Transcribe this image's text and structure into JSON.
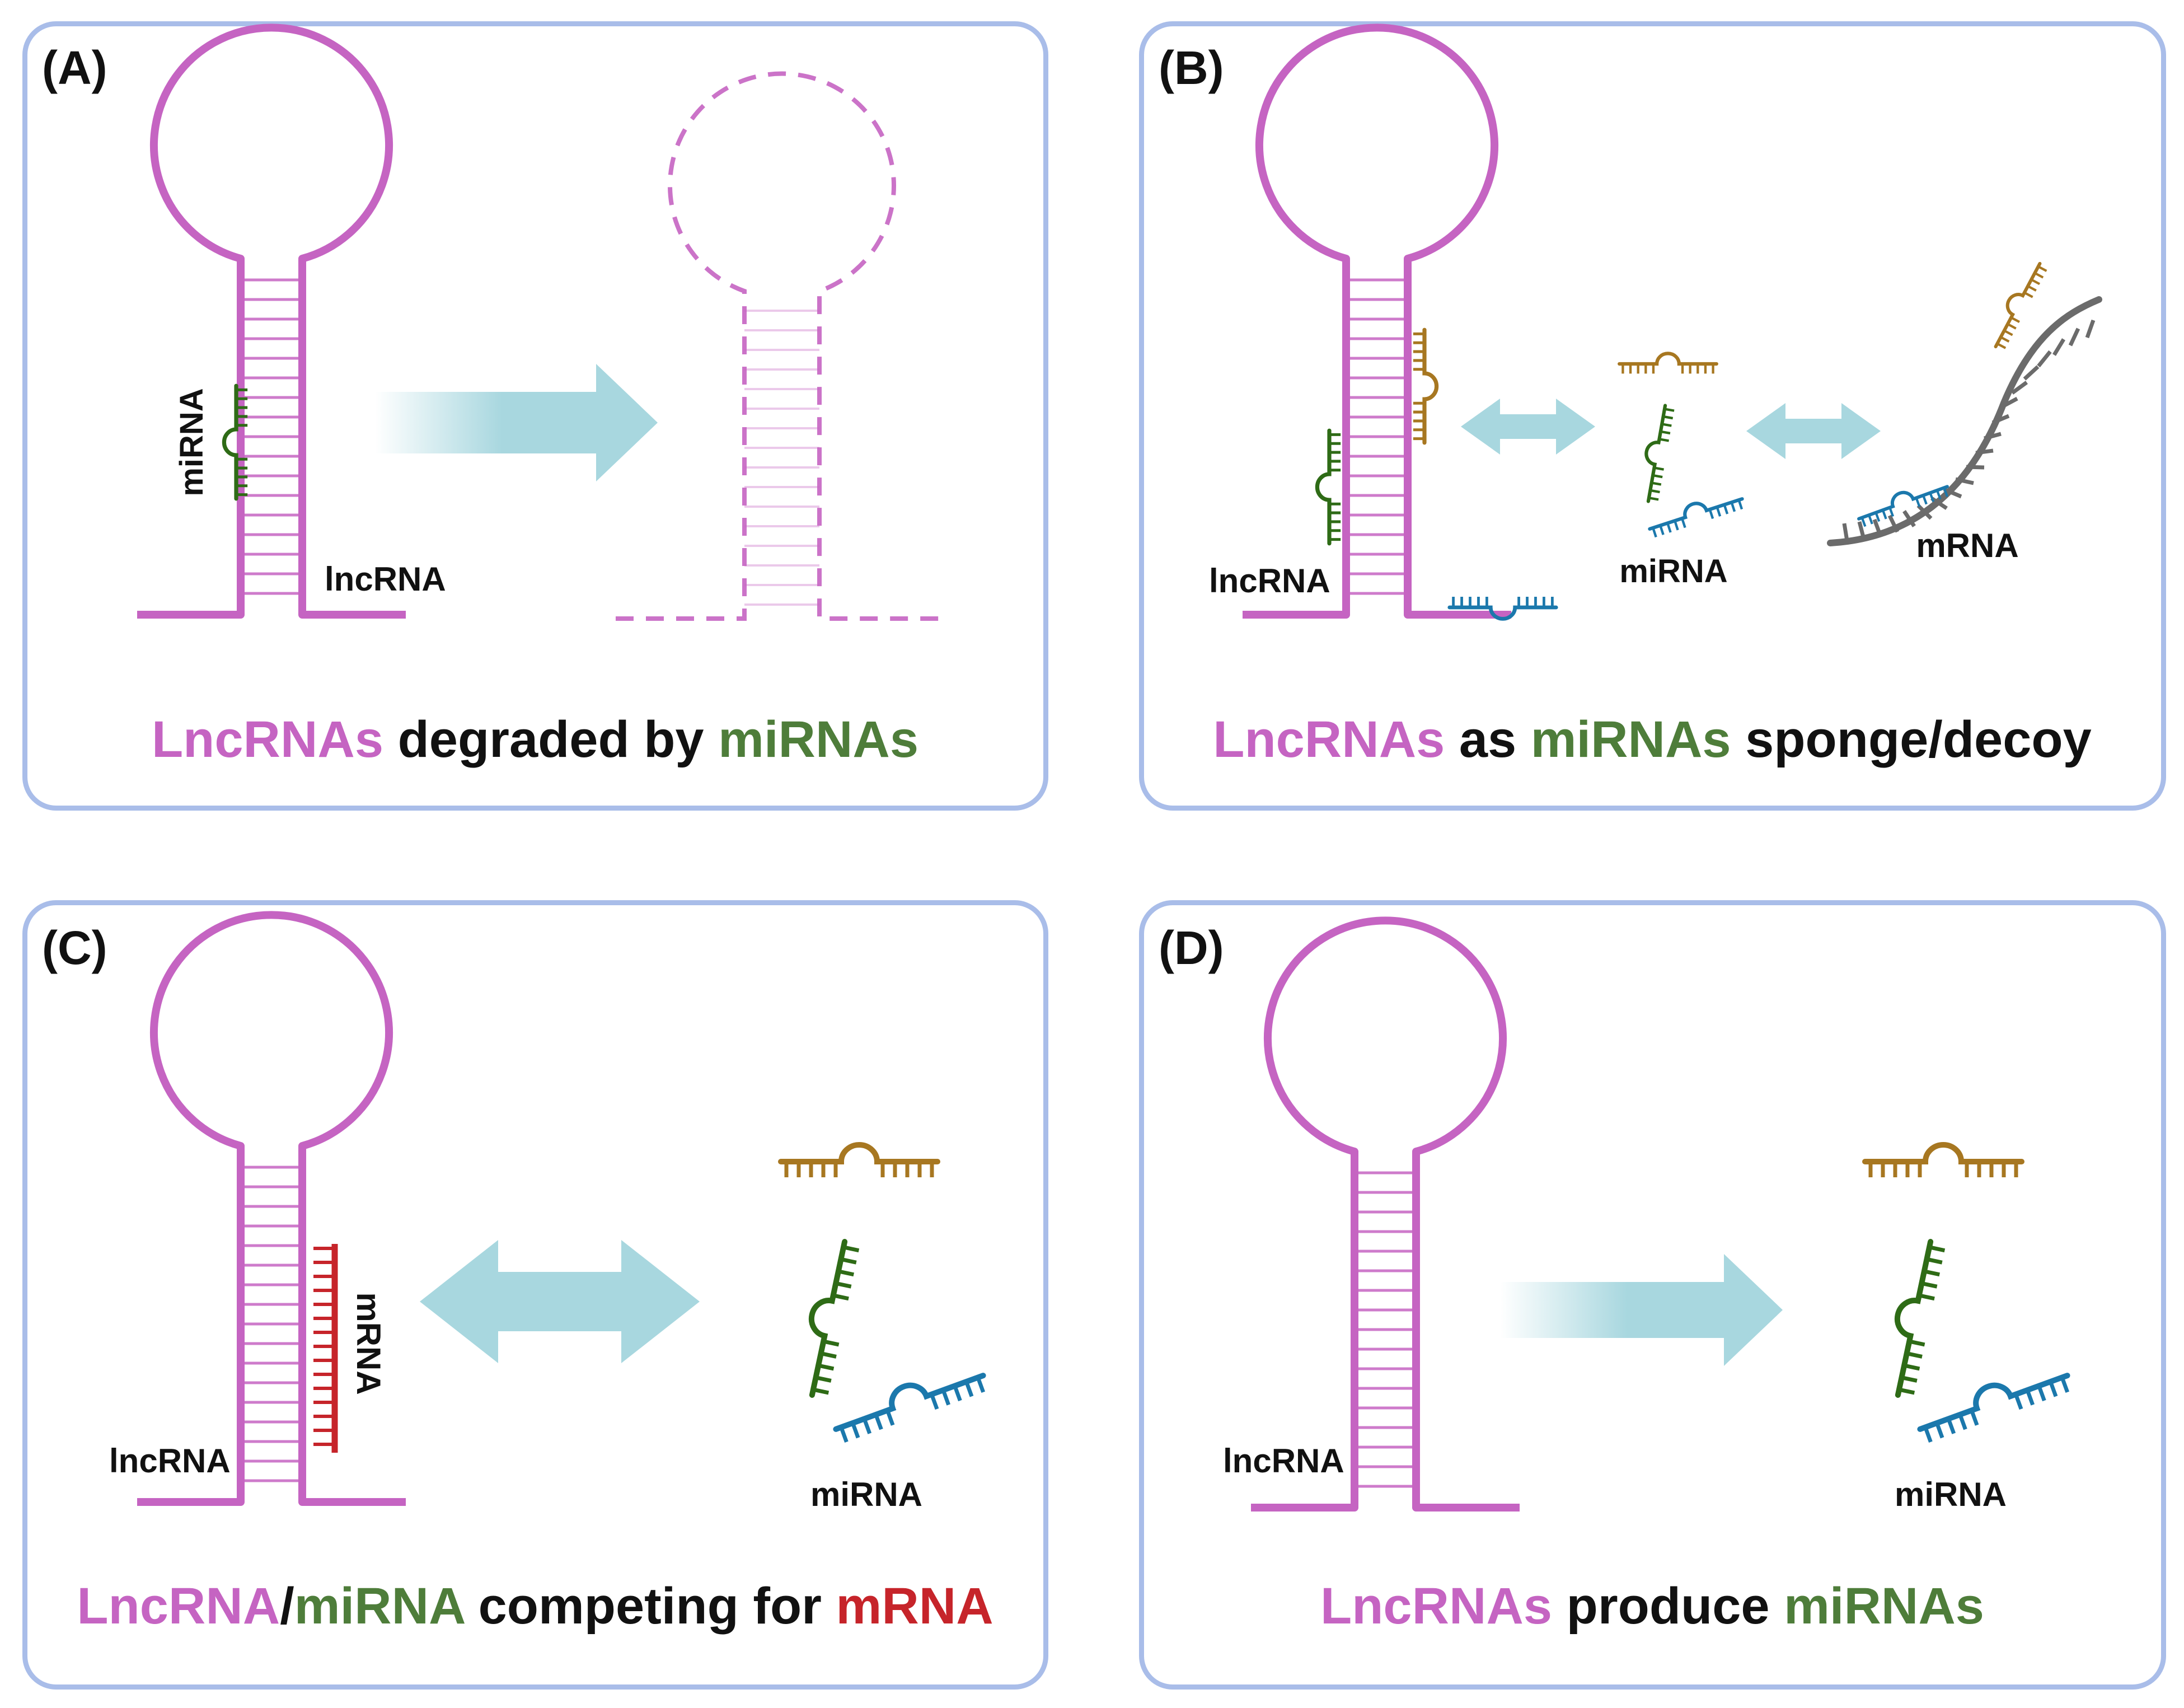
{
  "colors": {
    "lncrna": "#c564c2",
    "mirna_green": "#2e6b16",
    "mirna_gold": "#a77721",
    "mirna_blue": "#1b78ac",
    "mrna_gray": "#6b6b6b",
    "mrna_red": "#c6242a",
    "arrow": "#a8d7df",
    "panel_border": "#a9bde9",
    "caption_green": "#4e7d3a",
    "caption_red": "#c6242a",
    "text": "#111111"
  },
  "panels": {
    "a": {
      "letter": "(A)",
      "label_mirna": "miRNA",
      "label_lncrna": "lncRNA",
      "caption": {
        "p1": "LncRNAs",
        "p2": " degraded by ",
        "p3": "miRNAs"
      }
    },
    "b": {
      "letter": "(B)",
      "label_lncrna": "lncRNA",
      "label_mirna": "miRNA",
      "label_mrna": "mRNA",
      "caption": {
        "p1": "LncRNAs",
        "p2": " as ",
        "p3": "miRNAs",
        "p4": " sponge/decoy"
      }
    },
    "c": {
      "letter": "(C)",
      "label_mrna": "mRNA",
      "label_lncrna": "lncRNA",
      "label_mirna": "miRNA",
      "caption": {
        "p1": "LncRNA",
        "p2": "/",
        "p3": "miRNA",
        "p4": " competing for ",
        "p5": "mRNA"
      }
    },
    "d": {
      "letter": "(D)",
      "label_lncrna": "lncRNA",
      "label_mirna": "miRNA",
      "caption": {
        "p1": "LncRNAs",
        "p2": " produce ",
        "p3": "miRNAs"
      }
    }
  }
}
